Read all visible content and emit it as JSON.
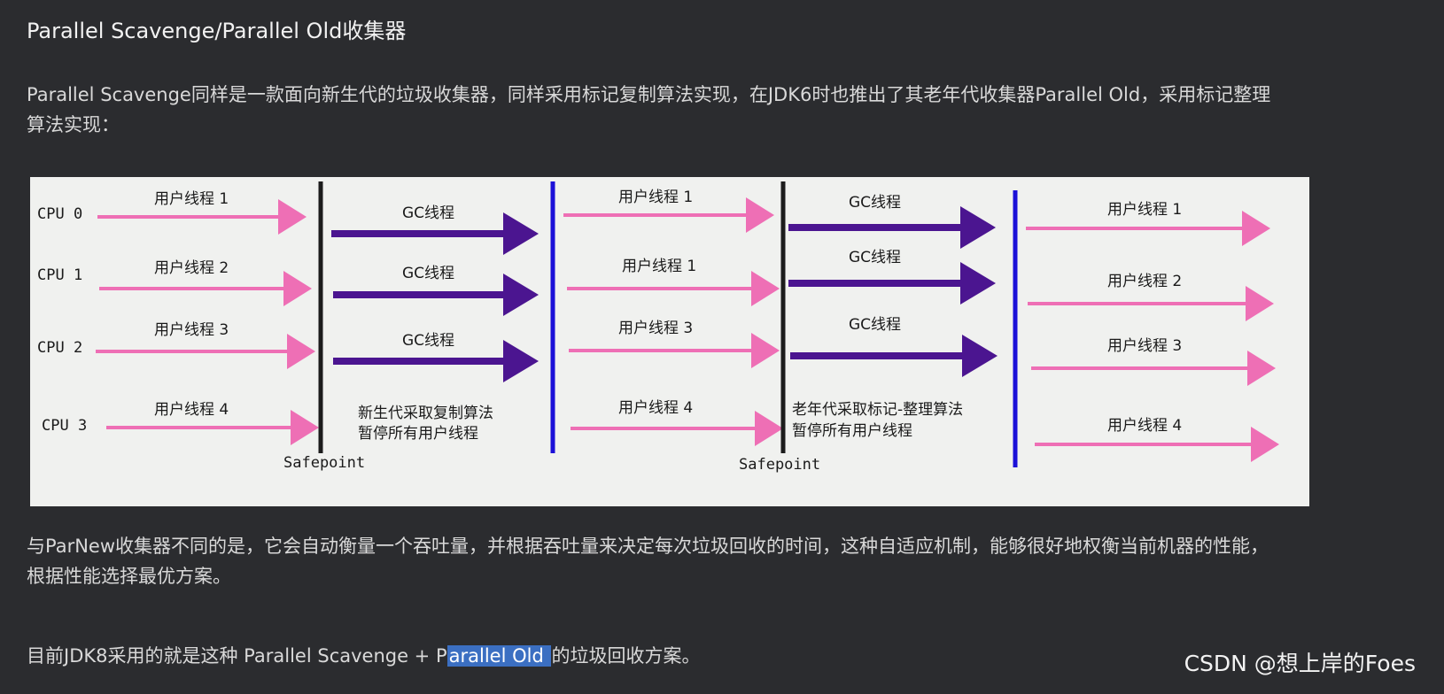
{
  "article": {
    "title": "Parallel Scavenge/Parallel Old收集器",
    "intro": "Parallel Scavenge同样是一款面向新生代的垃圾收集器，同样采用标记复制算法实现，在JDK6时也推出了其老年代收集器Parallel Old，采用标记整理算法实现：",
    "paragraph2": "与ParNew收集器不同的是，它会自动衡量一个吞吐量，并根据吞吐量来决定每次垃圾回收的时间，这种自适应机制，能够很好地权衡当前机器的性能，根据性能选择最优方案。",
    "paragraph3_before": "目前JDK8采用的就是这种 Parallel Scavenge + P",
    "paragraph3_highlight": "arallel Old ",
    "paragraph3_after": "的垃圾回收方案。"
  },
  "diagram": {
    "cpu_labels": [
      "CPU 0",
      "CPU 1",
      "CPU 2",
      "CPU 3"
    ],
    "phase1_labels": [
      "用户线程 1",
      "用户线程 2",
      "用户线程 3",
      "用户线程 4"
    ],
    "gc1_labels": [
      "GC线程",
      "GC线程",
      "GC线程"
    ],
    "gc1_note_line1": "新生代采取复制算法",
    "gc1_note_line2": "暂停所有用户线程",
    "phase2_labels": [
      "用户线程 1",
      "用户线程 1",
      "用户线程 3",
      "用户线程 4"
    ],
    "gc2_labels": [
      "GC线程",
      "GC线程",
      "GC线程"
    ],
    "gc2_note_line1": "老年代采取标记-整理算法",
    "gc2_note_line2": "暂停所有用户线程",
    "phase3_labels": [
      "用户线程 1",
      "用户线程 2",
      "用户线程 3",
      "用户线程 4"
    ],
    "safepoint_label": "Safepoint",
    "colors": {
      "user_arrow": "#ee6fb5",
      "gc_arrow": "#4b1590",
      "safepoint_line": "#1c1c1c",
      "blue_line": "#1b10d8",
      "background": "#f0f1ef"
    }
  },
  "watermark": "CSDN @想上岸的Foes"
}
